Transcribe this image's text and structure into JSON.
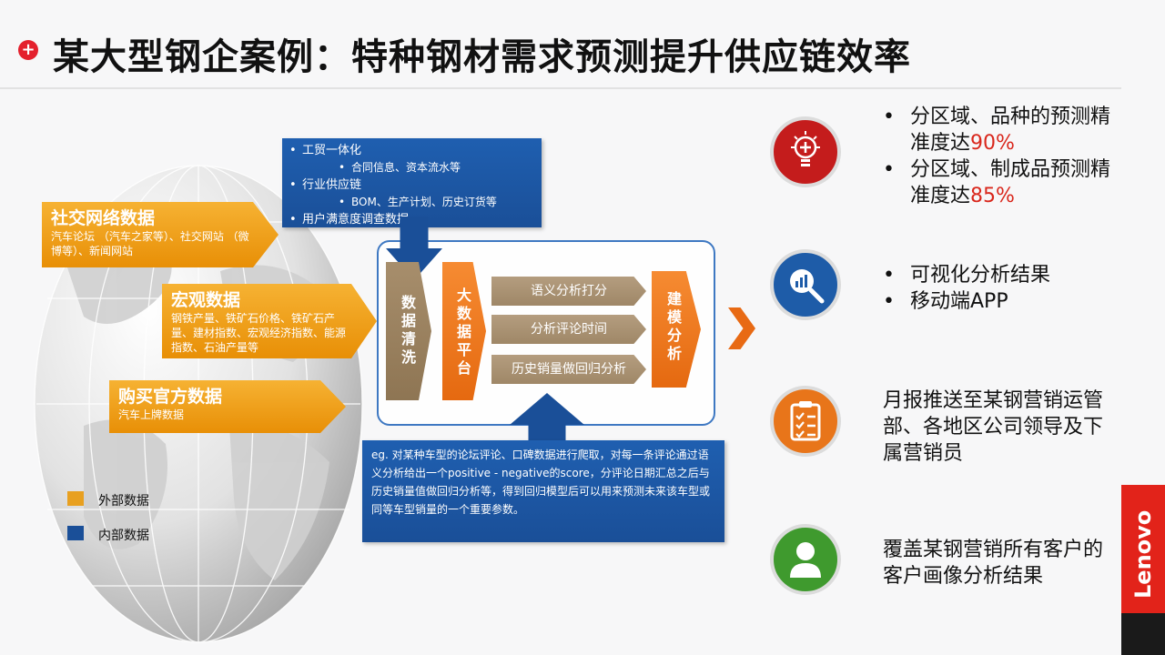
{
  "title": "某大型钢企案例：特种钢材需求预测提升供应链效率",
  "internal_box": {
    "lines": [
      {
        "text": "工贸一体化",
        "level": 1
      },
      {
        "text": "合同信息、资本流水等",
        "level": 2
      },
      {
        "text": "行业供应链",
        "level": 1
      },
      {
        "text": "BOM、生产计划、历史订货等",
        "level": 2
      },
      {
        "text": "用户满意度调查数据",
        "level": 1
      }
    ]
  },
  "external_sources": [
    {
      "heading": "社交网络数据",
      "detail": "汽车论坛 （汽车之家等）、社交网站 （微博等）、新闻网站"
    },
    {
      "heading": "宏观数据",
      "detail": "钢铁产量、铁矿石价格、铁矿石产量、建材指数、宏观经济指数、能源指数、石油产量等"
    },
    {
      "heading": "购买官方数据",
      "detail": "汽车上牌数据"
    }
  ],
  "process": {
    "cleaning": "数据清洗",
    "platform": "大数据平台",
    "steps": [
      "语义分析打分",
      "分析评论时间",
      "历史销量做回归分析"
    ],
    "modeling": "建模分析"
  },
  "example_text": "eg. 对某种车型的论坛评论、口碑数据进行爬取，对每一条评论通过语义分析给出一个positive - negative的score，分评论日期汇总之后与历史销量值做回归分析等，得到回归模型后可以用来预测未来该车型或同等车型销量的一个重要参数。",
  "legend": [
    {
      "label": "外部数据",
      "color": "#e8a020"
    },
    {
      "label": "内部数据",
      "color": "#1a4f98"
    }
  ],
  "results": [
    {
      "icon": "lightbulb-icon",
      "color": "#c41c1c",
      "items": [
        {
          "pre": "分区域、品种的预测精准度达",
          "value": "90%"
        },
        {
          "pre": "分区域、制成品预测精准度达",
          "value": "85%"
        }
      ]
    },
    {
      "icon": "magnifier-chart-icon",
      "color": "#1e5ca8",
      "items": [
        {
          "pre": "可视化分析结果",
          "value": ""
        },
        {
          "pre": "移动端APP",
          "value": ""
        }
      ]
    },
    {
      "icon": "clipboard-icon",
      "color": "#e8751a",
      "text": "月报推送至某钢营销运管部、各地区公司领导及下属营销员"
    },
    {
      "icon": "user-icon",
      "color": "#3f9a2e",
      "text": "覆盖某钢营销所有客户的客户画像分析结果"
    }
  ],
  "brand": "Lenovo"
}
